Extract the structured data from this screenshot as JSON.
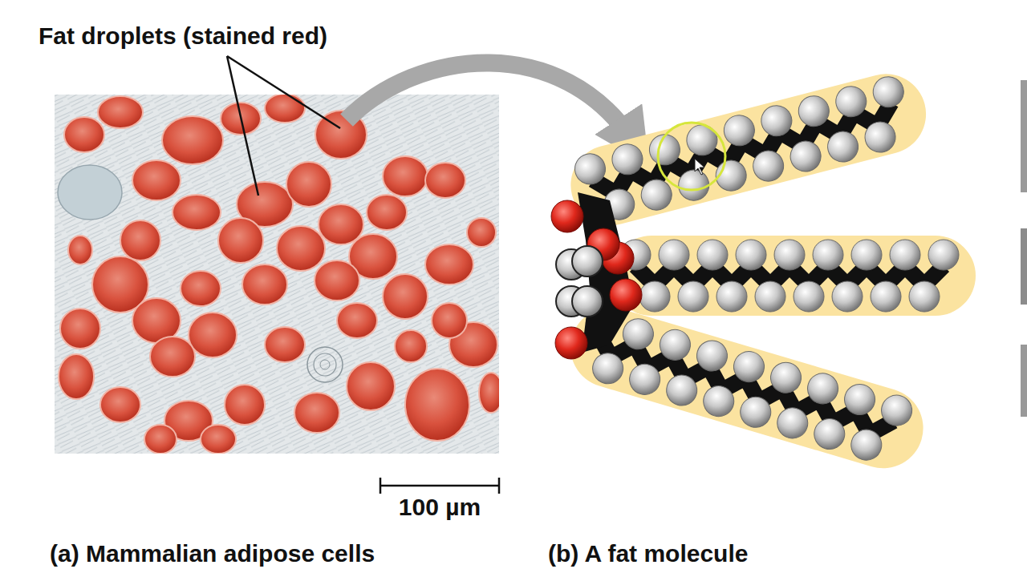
{
  "diagram": {
    "labels": [
      "Fat droplets (stained red)",
      "100 µm",
      "(a) Mammalian adipose cells",
      "(b) A fat molecule"
    ]
  }
}
